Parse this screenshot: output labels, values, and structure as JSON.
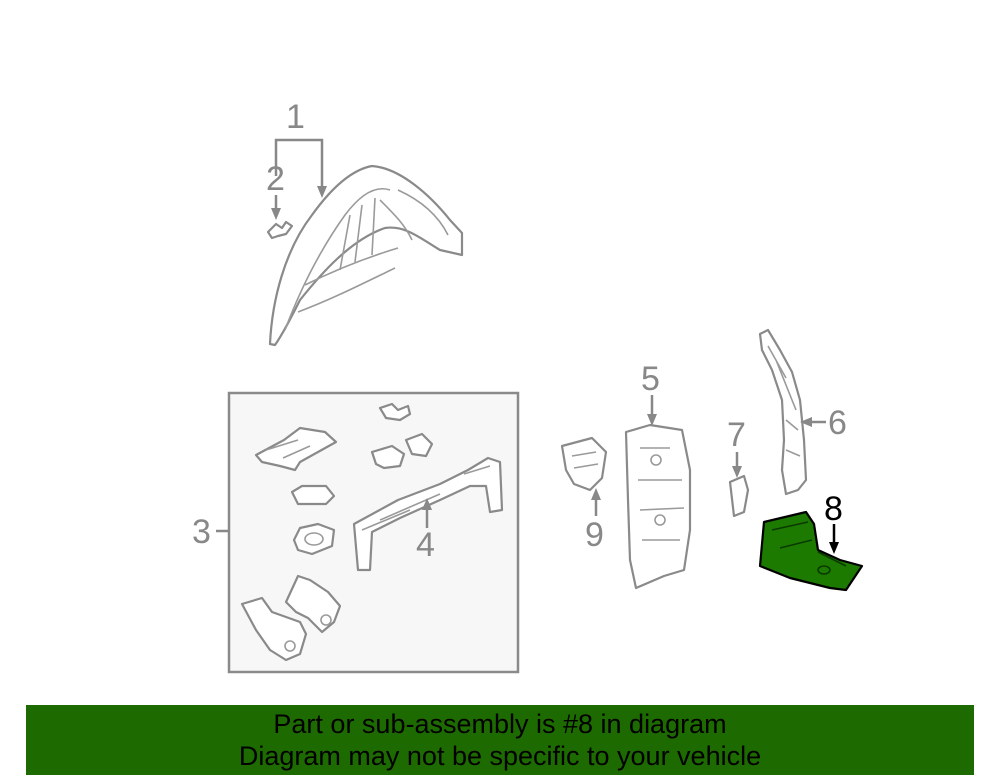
{
  "callouts": {
    "c1": "1",
    "c2": "2",
    "c3": "3",
    "c4": "4",
    "c5": "5",
    "c6": "6",
    "c7": "7",
    "c8": "8",
    "c9": "9"
  },
  "highlight_part": "8",
  "colors": {
    "highlight_fill": "#1d7a00",
    "banner_bg": "#1d6b00",
    "line_gray": "#888888",
    "box_fill": "#f7f7f7"
  },
  "banner": {
    "line1": "Part or sub-assembly is #8 in diagram",
    "line2": "Diagram may not be specific to your vehicle"
  }
}
